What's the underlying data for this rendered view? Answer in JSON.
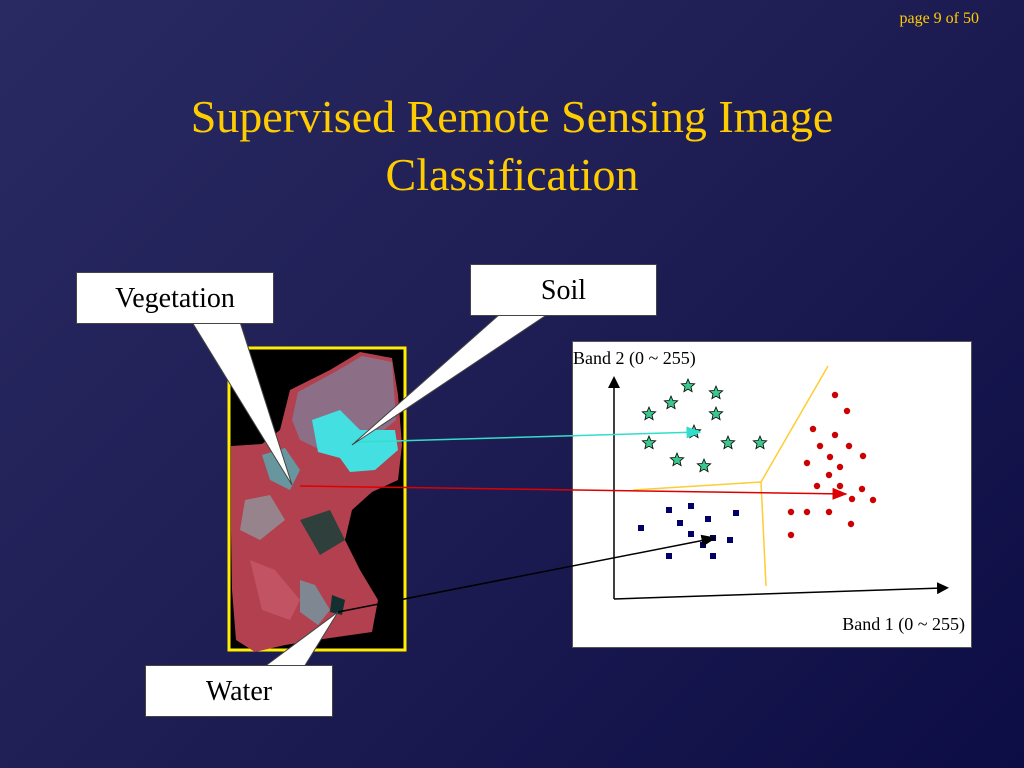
{
  "page_number": "page 9 of 50",
  "title_line1": "Supervised Remote Sensing Image",
  "title_line2": "Classification",
  "callouts": {
    "vegetation": "Vegetation",
    "soil": "Soil",
    "water": "Water"
  },
  "scatter": {
    "y_axis_label": "Band 2 (0 ~ 255)",
    "x_axis_label": "Band 1 (0 ~ 255)",
    "colors": {
      "soil": "#3cc88c",
      "vegetation": "#cc0000",
      "water": "#000066",
      "boundary": "#ffcc33"
    }
  },
  "colors": {
    "title": "#ffcc00",
    "image_border": "#ffee00",
    "soil_arrow": "#33ddcc",
    "vegetation_arrow": "#dd0000",
    "water_arrow": "#000000"
  }
}
